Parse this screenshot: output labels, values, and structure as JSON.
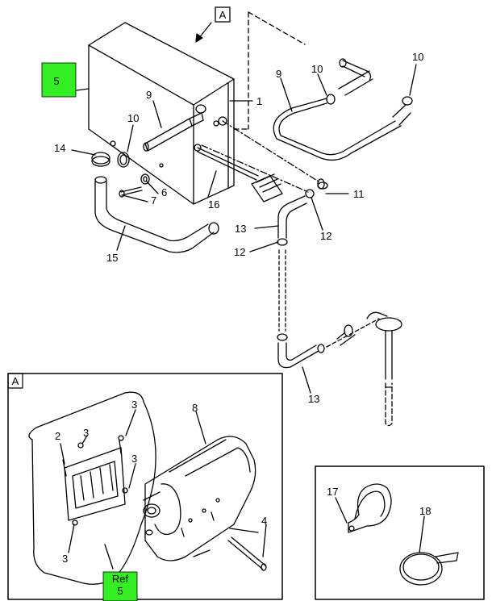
{
  "colors": {
    "highlight": "#33ee22",
    "line": "#000000",
    "background": "#ffffff"
  },
  "view_marker": "A",
  "detail_label": "A",
  "callout_top": "5",
  "callout_bottom": {
    "line1": "Ref",
    "line2": "5"
  },
  "parts": {
    "p1": "1",
    "p2": "2",
    "p3": "3",
    "p4": "4",
    "p6": "6",
    "p7": "7",
    "p8": "8",
    "p9": "9",
    "p10": "10",
    "p11": "11",
    "p12": "12",
    "p13": "13",
    "p14": "14",
    "p15": "15",
    "p16": "16",
    "p17": "17",
    "p18": "18"
  }
}
